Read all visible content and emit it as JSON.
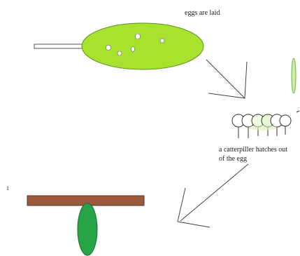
{
  "labels": {
    "eggs_laid": "eggs are laid",
    "caterpillar_line1": "a catterpiller hatches out",
    "caterpillar_line2": "of the egg",
    "stray_mark": "1"
  },
  "colors": {
    "leaf_light": "#a6e22e",
    "leaf_stroke": "#5a8f1a",
    "egg_fill": "#ffffff",
    "branch": "#9b5a3a",
    "chrysalis": "#27a348",
    "ink": "#333333",
    "stem": "#ffffff"
  }
}
